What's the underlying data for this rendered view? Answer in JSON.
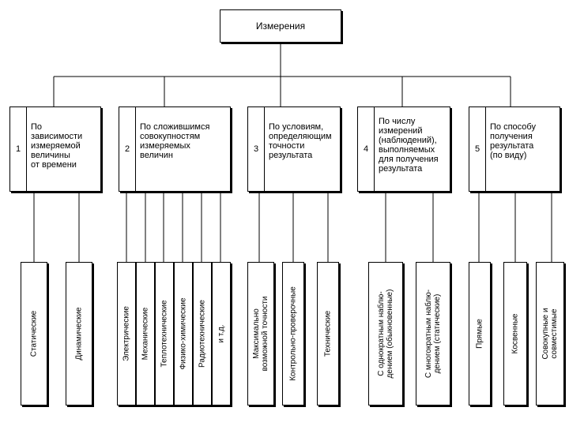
{
  "root": {
    "label": "Измерения"
  },
  "categories": [
    {
      "num": "1",
      "text": "По\nзависимости\nизмеряемой\nвеличины\nот времени"
    },
    {
      "num": "2",
      "text": "По сложившимся\nсовокупностям\nизмеряемых\nвеличин"
    },
    {
      "num": "3",
      "text": "По условиям,\nопределяющим\nточности\nрезультата"
    },
    {
      "num": "4",
      "text": "По числу\nизмерений\n(наблюдений),\nвыполняемых\nдля получения\nрезультата"
    },
    {
      "num": "5",
      "text": "По способу\nполучения\nрезультата\n(по виду)"
    }
  ],
  "leaves": [
    {
      "text": "Статические"
    },
    {
      "text": "Динамические"
    },
    {
      "text": "Электрические"
    },
    {
      "text": "Механические"
    },
    {
      "text": "Теплотехнические"
    },
    {
      "text": "Физико-химические"
    },
    {
      "text": "Радиотехнические"
    },
    {
      "text": "и т.д."
    },
    {
      "text": "Максимально\nвозможной точности"
    },
    {
      "text": "Контрольно-проверочные"
    },
    {
      "text": "Технические"
    },
    {
      "text": "С однократным наблю-\nдением (обыкновенные)"
    },
    {
      "text": "С многократным наблю-\nдением (статические)"
    },
    {
      "text": "Прямые"
    },
    {
      "text": "Косвенные"
    },
    {
      "text": "Совокупные и\nсовместимые"
    }
  ]
}
